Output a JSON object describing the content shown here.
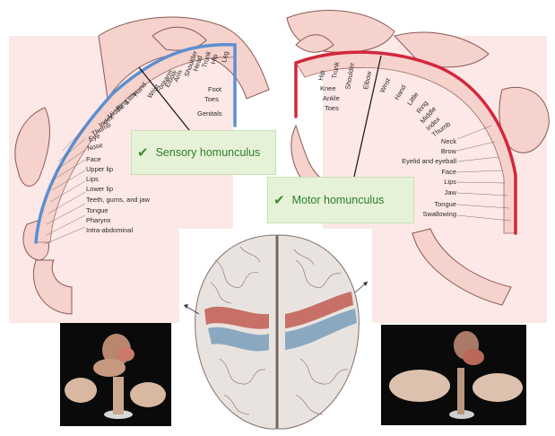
{
  "callouts": {
    "sensory": "Sensory homunculus",
    "motor": "Motor homunculus"
  },
  "sensory_labels": [
    "Leg",
    "Hip",
    "Trunk",
    "Head",
    "Shoulder",
    "Arm",
    "Elbow",
    "Forearm",
    "Wrist",
    "Hand",
    "Little",
    "Ring",
    "Middle",
    "Index",
    "Thumb",
    "Eye",
    "Nose",
    "Face",
    "Upper lip",
    "Lips",
    "Lower lip",
    "Teeth, gums, and jaw",
    "Tongue",
    "Pharynx",
    "Intra-abdominal",
    "Foot",
    "Toes",
    "Genitals"
  ],
  "motor_labels": [
    "Hip",
    "Trunk",
    "Shoulder",
    "Elbow",
    "Wrist",
    "Hand",
    "Little",
    "Ring",
    "Middle",
    "Index",
    "Thumb",
    "Neck",
    "Brow",
    "Eyelid and eyeball",
    "Face",
    "Lips",
    "Jaw",
    "Tongue",
    "Swallowing",
    "Knee",
    "Ankle",
    "Toes"
  ],
  "icons": {
    "check": "check-icon",
    "arrow": "arrow-icon"
  },
  "colors": {
    "sensory_band": "#5b8fd1",
    "motor_band": "#d2283c",
    "body_fill": "#f6d2cc",
    "callout_bg": "#e6f2d8",
    "callout_text": "#2f7d2a"
  }
}
